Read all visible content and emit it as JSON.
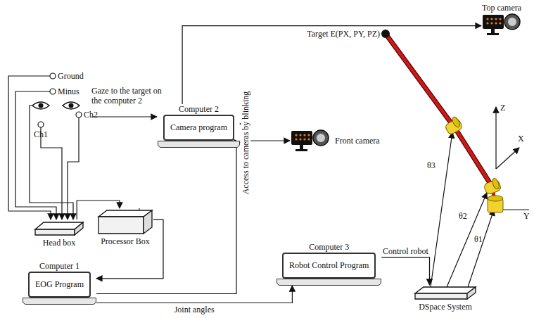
{
  "diagram": {
    "nodes": [
      {
        "text": [
          "Top camera"
        ]
      },
      {
        "text": [
          "Computer 2",
          "Camera program"
        ]
      },
      {
        "text": [
          "Front camera"
        ]
      },
      {
        "text": [
          "Head box"
        ]
      },
      {
        "text": [
          "Processor Box"
        ]
      },
      {
        "text": [
          "Computer 1",
          "EOG Program"
        ]
      },
      {
        "text": [
          "Computer 3",
          "Robot Control Program"
        ]
      },
      {
        "text": [
          "DSpace System"
        ]
      }
    ],
    "edges": [
      {
        "from": 1,
        "to": 0,
        "arrow": "to"
      },
      {
        "from": 1,
        "to": 2,
        "arrow": "both"
      },
      {
        "from": 3,
        "to": 4,
        "arrow": "to"
      },
      {
        "from": 4,
        "to": 5,
        "arrow": "to"
      },
      {
        "from": 5,
        "to": 1,
        "label": "Access to cameras by blinking",
        "arrow": "to"
      },
      {
        "from": 5,
        "to": 6,
        "label": "Joint angles",
        "arrow": "to"
      },
      {
        "from": 6,
        "to": 7,
        "label": "Control robot",
        "arrow": "to"
      }
    ],
    "labels": [
      "Ground",
      "Minus",
      "Ch1",
      "Ch2",
      "Gaze to the target on the computer 2",
      "Target E(PX, PY, PZ)",
      "Z",
      "X",
      "Y",
      "θ3",
      "θ2",
      "θ1"
    ]
  }
}
